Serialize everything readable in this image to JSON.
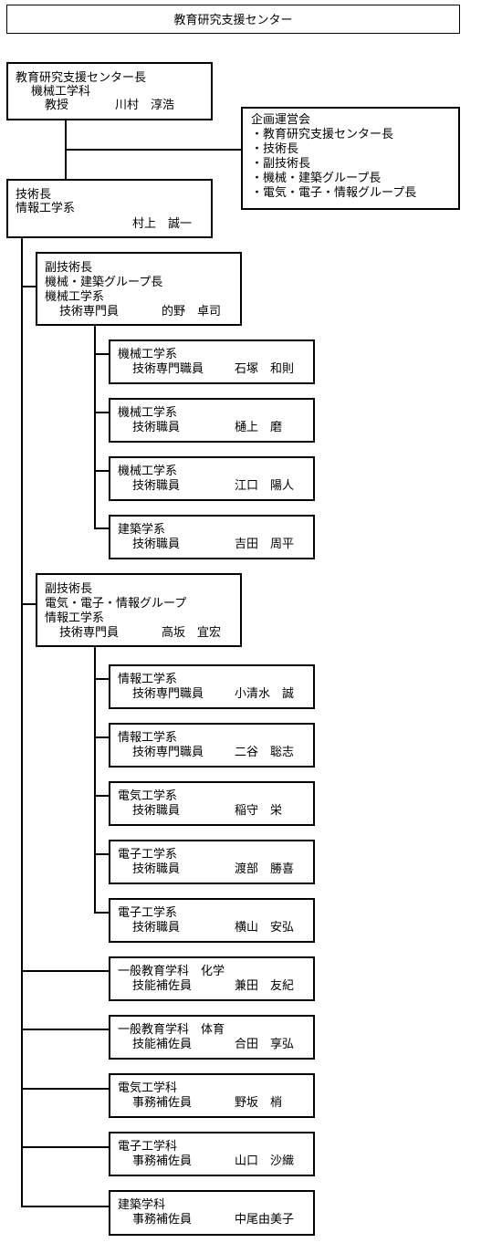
{
  "title": "教育研究支援センター",
  "director": {
    "role": "教育研究支援センター長",
    "dept": "機械工学科",
    "position": "教授",
    "name": "川村　淳浩"
  },
  "council": {
    "title": "企画運営会",
    "members": [
      "・教育研究支援センター長",
      "・技術長",
      "・副技術長",
      "・機械・建築グループ長",
      "・電気・電子・情報グループ長"
    ]
  },
  "chief": {
    "role": "技術長",
    "dept": "情報工学系",
    "name": "村上　誠一"
  },
  "groups": [
    {
      "lead": {
        "role": "副技術長",
        "group": "機械・建築グループ長",
        "dept": "機械工学系",
        "position": "技術専門員",
        "name": "的野　卓司"
      },
      "members": [
        {
          "dept": "機械工学系",
          "position": "技術専門職員",
          "name": "石塚　和則"
        },
        {
          "dept": "機械工学系",
          "position": "技術職員",
          "name": "樋上　磨"
        },
        {
          "dept": "機械工学系",
          "position": "技術職員",
          "name": "江口　陽人"
        },
        {
          "dept": "建築学系",
          "position": "技術職員",
          "name": "吉田　周平"
        }
      ]
    },
    {
      "lead": {
        "role": "副技術長",
        "group": "電気・電子・情報グループ",
        "dept": "情報工学系",
        "position": "技術専門員",
        "name": "高坂　宜宏"
      },
      "members": [
        {
          "dept": "情報工学系",
          "position": "技術専門職員",
          "name": "小清水　誠"
        },
        {
          "dept": "情報工学系",
          "position": "技術専門職員",
          "name": "二谷　聡志"
        },
        {
          "dept": "電気工学系",
          "position": "技術職員",
          "name": "稲守　栄"
        },
        {
          "dept": "電子工学系",
          "position": "技術職員",
          "name": "渡部　勝喜"
        },
        {
          "dept": "電子工学系",
          "position": "技術職員",
          "name": "横山　安弘"
        }
      ]
    }
  ],
  "assistants": [
    {
      "dept": "一般教育学科　化学",
      "position": "技能補佐員",
      "name": "兼田　友紀"
    },
    {
      "dept": "一般教育学科　体育",
      "position": "技能補佐員",
      "name": "合田　享弘"
    },
    {
      "dept": "電気工学科",
      "position": "事務補佐員",
      "name": "野坂　梢"
    },
    {
      "dept": "電子工学科",
      "position": "事務補佐員",
      "name": "山口　沙織"
    },
    {
      "dept": "建築学科",
      "position": "事務補佐員",
      "name": "中尾由美子"
    }
  ]
}
